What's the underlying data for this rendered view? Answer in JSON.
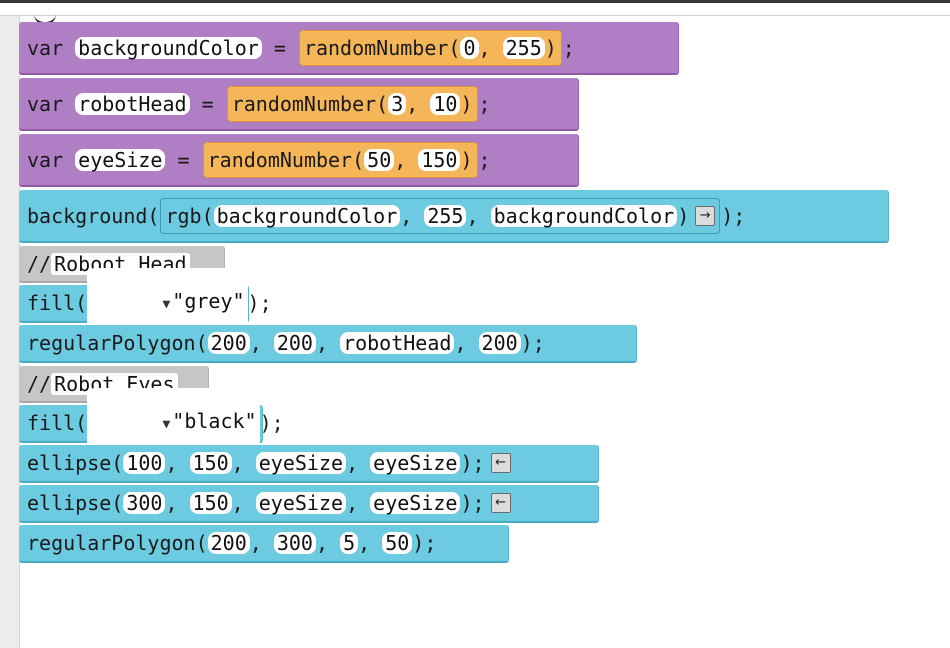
{
  "colors": {
    "variable": "#b07ec4",
    "call": "#6ccbe0",
    "comment": "#c6c6c6",
    "value": "#f5b65a"
  },
  "blocks": {
    "b1": {
      "kw": "var",
      "name": "backgroundColor",
      "eq": "=",
      "fn": "randomNumber(",
      "a1": "0",
      "sep": ",",
      "a2": "255",
      "close": ")",
      "semi": ";"
    },
    "b2": {
      "kw": "var",
      "name": "robotHead",
      "eq": "=",
      "fn": "randomNumber(",
      "a1": "3",
      "sep": ",",
      "a2": "10",
      "close": ")",
      "semi": ";"
    },
    "b3": {
      "kw": "var",
      "name": "eyeSize",
      "eq": "=",
      "fn": "randomNumber(",
      "a1": "50",
      "sep": ",",
      "a2": "150",
      "close": ")",
      "semi": ";"
    },
    "b4": {
      "fn": "background(",
      "inner_fn": "rgb(",
      "a1": "backgroundColor",
      "sep": ",",
      "a2": "255",
      "a3": "backgroundColor",
      "inner_close": ")",
      "arrow": "→",
      "close": ");"
    },
    "c1": {
      "slash": "//",
      "text": "Roboot Head"
    },
    "b5": {
      "fn": "fill(",
      "tri": "▼",
      "val": "\"grey\"",
      "close": ");"
    },
    "b6": {
      "fn": "regularPolygon(",
      "a1": "200",
      "sep": ",",
      "a2": "200",
      "a3": "robotHead",
      "a4": "200",
      "close": ");"
    },
    "c2": {
      "slash": "//",
      "text": "Robot Eyes"
    },
    "b7": {
      "fn": "fill(",
      "tri": "▼",
      "val": "\"black\"",
      "close": ");"
    },
    "b8": {
      "fn": "ellipse(",
      "a1": "100",
      "sep": ",",
      "a2": "150",
      "a3": "eyeSize",
      "a4": "eyeSize",
      "close": ");",
      "arrow": "←"
    },
    "b9": {
      "fn": "ellipse(",
      "a1": "300",
      "sep": ",",
      "a2": "150",
      "a3": "eyeSize",
      "a4": "eyeSize",
      "close": ");",
      "arrow": "←"
    },
    "b10": {
      "fn": "regularPolygon(",
      "a1": "200",
      "sep": ",",
      "a2": "300",
      "a3": "5",
      "a4": "50",
      "close": ");"
    }
  }
}
